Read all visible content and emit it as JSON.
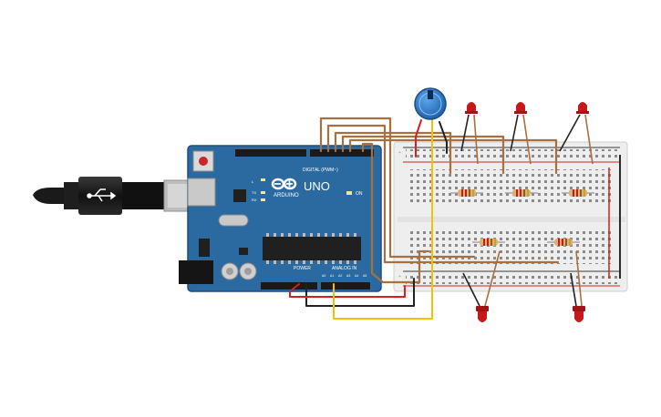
{
  "colors": {
    "board": "#2b6aa0",
    "board_edge": "#1f4f7a",
    "breadboard": "#efefef",
    "wire_brown": "#a9703f",
    "wire_red": "#d32020",
    "wire_black": "#222222",
    "wire_yellow": "#f2c200",
    "led_red": "#c61a1a",
    "pot_blue": "#2d7fd1",
    "chip": "#202020"
  },
  "arduino": {
    "logo_text": "ARDUINO",
    "model": "UNO",
    "on_label": "ON",
    "tx_label": "TX",
    "rx_label": "RX",
    "l_label": "L",
    "digital_label": "DIGITAL (PWM~)",
    "power_label": "POWER",
    "analog_label": "ANALOG IN",
    "analog_pins": [
      "A0",
      "A1",
      "A2",
      "A3",
      "A4",
      "A5"
    ]
  },
  "components": {
    "leds": 5,
    "resistors": 5,
    "potentiometers": 1
  }
}
